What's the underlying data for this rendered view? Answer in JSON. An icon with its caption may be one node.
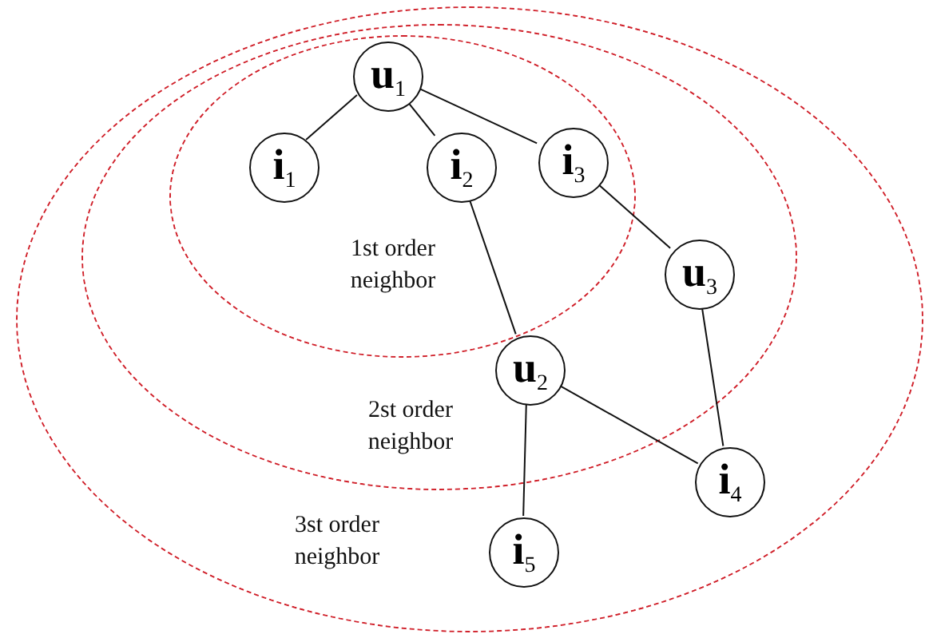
{
  "diagram": {
    "nodes": [
      {
        "text": [
          "3st order neighbor"
        ]
      },
      {
        "text": [
          "2st order neighbor"
        ],
        "in": 0
      },
      {
        "text": [
          "1st order neighbor"
        ],
        "in": 1
      },
      {
        "text": [
          "**u**$_{1}$"
        ],
        "in": 2
      },
      {
        "text": [
          "**i**$_{1}$"
        ],
        "in": 2
      },
      {
        "text": [
          "**i**$_{2}$"
        ],
        "in": 2
      },
      {
        "text": [
          "**i**$_{3}$"
        ],
        "in": 2
      },
      {
        "text": [
          "**u**$_{3}$"
        ],
        "in": 1
      },
      {
        "text": [
          "**u**$_{2}$"
        ],
        "in": 1
      },
      {
        "text": [
          "**i**$_{4}$"
        ],
        "in": 0
      },
      {
        "text": [
          "**i**$_{5}$"
        ],
        "in": 0
      }
    ],
    "edges": [
      {
        "from": 3,
        "to": 4,
        "arrow": "none"
      },
      {
        "from": 3,
        "to": 5,
        "arrow": "none"
      },
      {
        "from": 3,
        "to": 6,
        "arrow": "none"
      },
      {
        "from": 5,
        "to": 8,
        "arrow": "none"
      },
      {
        "from": 6,
        "to": 7,
        "arrow": "none"
      },
      {
        "from": 7,
        "to": 9,
        "arrow": "none"
      },
      {
        "from": 8,
        "to": 9,
        "arrow": "none"
      },
      {
        "from": 8,
        "to": 10,
        "arrow": "none"
      }
    ]
  }
}
